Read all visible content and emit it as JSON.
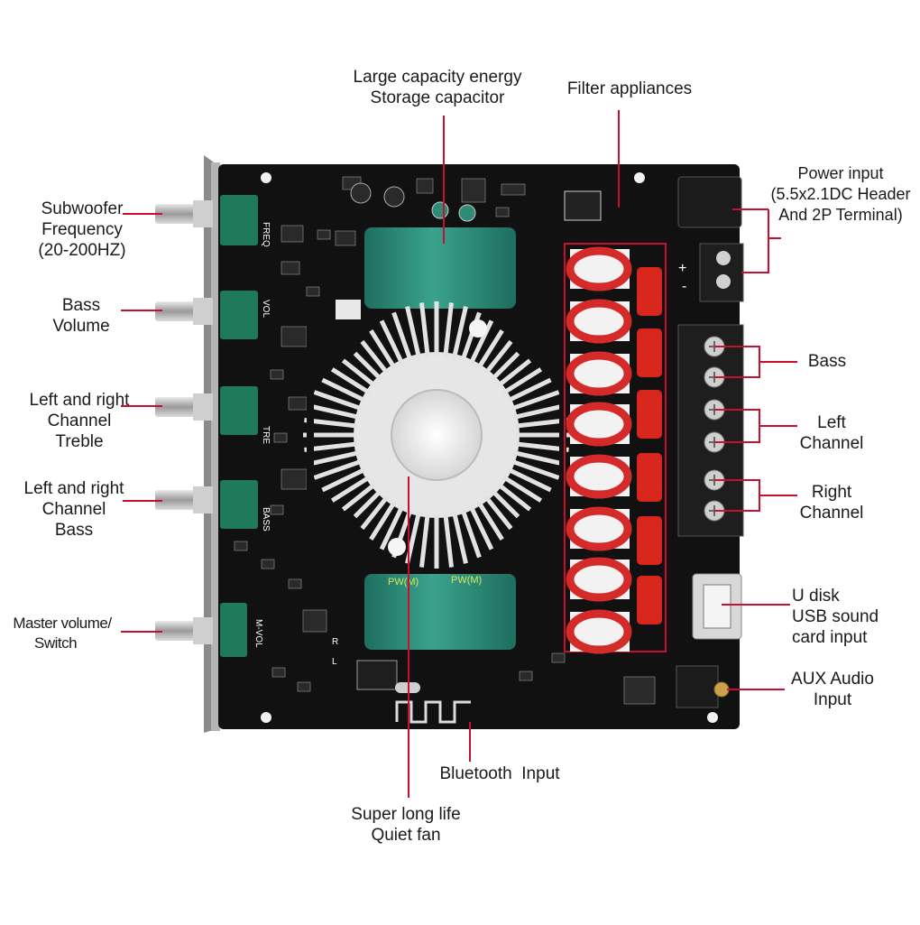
{
  "labels": {
    "subwoofer": [
      "Subwoofer",
      "Frequency",
      "(20-200HZ)"
    ],
    "bass_volume": [
      "Bass",
      "Volume"
    ],
    "lr_treble": [
      "Left and right",
      "Channel",
      "Treble"
    ],
    "lr_bass": [
      "Left and right",
      "Channel",
      "Bass"
    ],
    "master": [
      "Master volume/",
      "Switch"
    ],
    "capacitor": [
      "Large capacity energy",
      "Storage capacitor"
    ],
    "filter": [
      "Filter appliances"
    ],
    "power": [
      "Power input",
      "(5.5x2.1DC Header",
      "And 2P Terminal)"
    ],
    "bass_out": [
      "Bass"
    ],
    "left_out": [
      "Left",
      "Channel"
    ],
    "right_out": [
      "Right",
      "Channel"
    ],
    "udisk": [
      "U disk",
      "USB sound",
      "card input"
    ],
    "aux": [
      "AUX Audio",
      "Input"
    ],
    "bluetooth": [
      "Bluetooth  Input"
    ],
    "fan": [
      "Super long life",
      "Quiet fan"
    ]
  },
  "board": {
    "silkscreen": {
      "freq": "FREQ",
      "vol": "VOL",
      "tre": "TRE",
      "bass": "BASS",
      "mvol": "M-VOL",
      "cap_brand": "PW(M)",
      "r": "R",
      "l": "L",
      "plus": "+",
      "minus": "-"
    }
  },
  "colors": {
    "pointer": "#c8102e",
    "board": "#111111",
    "capacitor": "#2f8a78",
    "inductor": "#d42a2a",
    "filter_cap": "#d9261c",
    "pot": "#1f7a5c"
  }
}
